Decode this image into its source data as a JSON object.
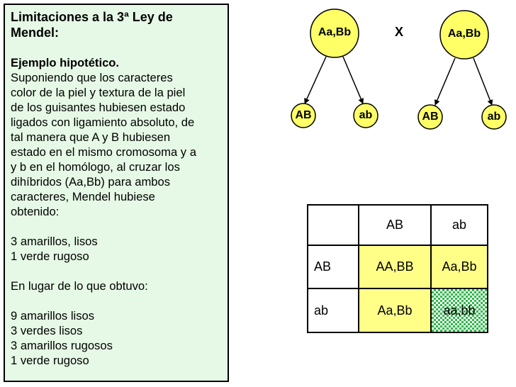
{
  "text_panel": {
    "title_lines": [
      "Limitaciones a la 3ª Ley de",
      "Mendel:"
    ],
    "example_heading": "Ejemplo hipotético.",
    "example_lines": [
      "Suponiendo que los caracteres",
      "color de la piel y textura de la piel",
      "de los guisantes hubiesen estado",
      "ligados con ligamiento absoluto, de",
      "tal manera que A y B hubiesen",
      "estado en el mismo cromosoma y a",
      "y b en el homólogo, al cruzar los",
      "dihíbridos (Aa,Bb) para ambos",
      "caracteres, Mendel hubiese",
      "obtenido:"
    ],
    "hypothetical_results": [
      "3 amarillos, lisos",
      "1 verde rugoso"
    ],
    "instead_heading": "En lugar de lo que obtuvo:",
    "actual_results": [
      "9 amarillos lisos",
      "3 verdes lisos",
      "3 amarillos rugosos",
      "1 verde rugoso"
    ]
  },
  "cross_diagram": {
    "parent_left": "Aa,Bb",
    "parent_right": "Aa,Bb",
    "cross_symbol": "X",
    "gametes_left": [
      "AB",
      "ab"
    ],
    "gametes_right": [
      "AB",
      "ab"
    ],
    "colors": {
      "parent_fill": "#ffff66",
      "gamete_fill": "#ffff66",
      "outline": "#000000"
    }
  },
  "punnett_table": {
    "col_headers": [
      "",
      "AB",
      "ab"
    ],
    "rows": [
      {
        "header": "AB",
        "cells": [
          "AA,BB",
          "Aa,Bb"
        ]
      },
      {
        "header": "ab",
        "cells": [
          "Aa,Bb",
          "aa,bb"
        ]
      }
    ],
    "colors": {
      "yellow": "#ffff88",
      "checker_green": "#2fb84a"
    }
  }
}
